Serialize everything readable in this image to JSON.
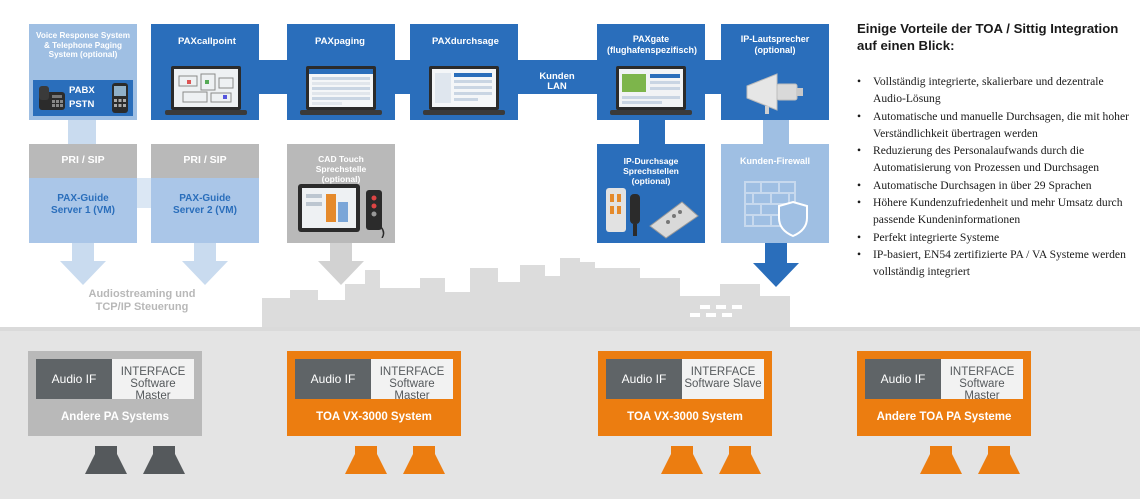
{
  "heading": "Einige Vorteile der TOA / Sittig Integration auf einen Blick:",
  "benefits": [
    "Vollständig integrierte, skalierbare und dezentrale Audio-Lösung",
    "Automatische und manuelle Durchsagen, die mit hoher Verständlichkeit übertragen werden",
    "Reduzierung des Personalaufwands durch die Automatisierung von Prozessen und Durchsagen",
    "Automatische Durchsagen in über 29 Sprachen",
    "Höhere Kundenzufriedenheit und mehr Umsatz durch passende Kundeninformationen",
    "Perfekt integrierte Systeme",
    "IP-basiert, EN54 zertifizierte PA / VA Systeme werden vollständig integriert"
  ],
  "top_boxes": {
    "voice_response": "Voice Response System & Telephone Paging System (optional)",
    "pabx": "PABX",
    "pstn": "PSTN",
    "paxcallpoint": "PAXcallpoint",
    "paxpaging": "PAXpaging",
    "paxdurchsage": "PAXdurchsage",
    "kunden_lan": "Kunden LAN",
    "paxgate": "PAXgate (flughafenspezifisch)",
    "ip_lautsprecher": "IP-Lautsprecher (optional)"
  },
  "middle_boxes": {
    "pri_sip_1": "PRI / SIP",
    "pri_sip_2": "PRI / SIP",
    "server_1": "PAX-Guide Server 1 (VM)",
    "server_2": "PAX-Guide Server 2 (VM)",
    "cad_touch": "CAD Touch Sprechstelle (optional)",
    "ip_durchsage": "IP-Durchsage Sprechstellen (optional)",
    "kunden_firewall": "Kunden-Firewall"
  },
  "audiostreaming": "Audiostreaming und TCP/IP Steuerung",
  "systems": [
    {
      "audio": "Audio IF",
      "iface": "INTERFACE",
      "role": "Software Master",
      "name": "Andere PA Systems",
      "color": "#b9b9b9"
    },
    {
      "audio": "Audio IF",
      "iface": "INTERFACE",
      "role": "Software Master",
      "name": "TOA VX-3000 System",
      "color": "#ec7d10"
    },
    {
      "audio": "Audio IF",
      "iface": "INTERFACE",
      "role": "Software Slave",
      "name": "TOA VX-3000 System",
      "color": "#ec7d10"
    },
    {
      "audio": "Audio IF",
      "iface": "INTERFACE",
      "role": "Software Master",
      "name": "Andere TOA PA Systeme",
      "color": "#ec7d10"
    }
  ],
  "colors": {
    "blue": "#2a6ebb",
    "light_blue": "#9fbfe3",
    "grey": "#b9b9b9",
    "orange": "#ec7d10",
    "dark_grey": "#5f6467",
    "ground": "#e3e3e3"
  }
}
